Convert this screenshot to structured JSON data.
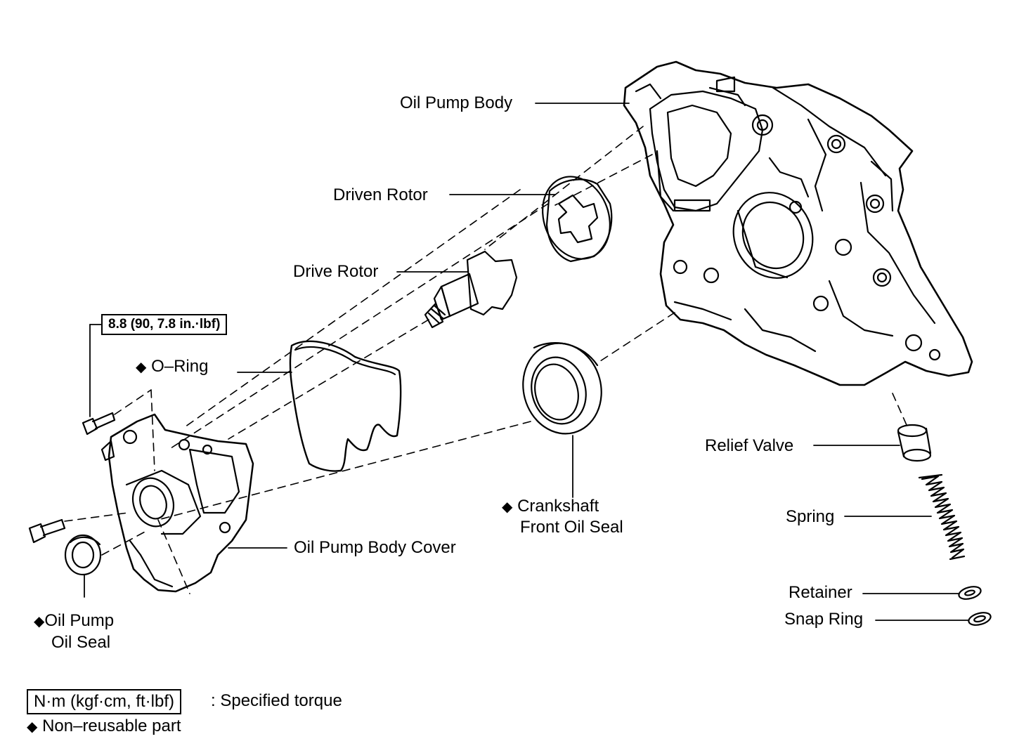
{
  "labels": {
    "oil_pump_body": "Oil Pump Body",
    "driven_rotor": "Driven Rotor",
    "drive_rotor": "Drive Rotor",
    "o_ring": "O–Ring",
    "oil_pump_body_cover": "Oil Pump Body Cover",
    "oil_pump_oil_seal_line1": "Oil Pump",
    "oil_pump_oil_seal_line2": "Oil Seal",
    "crankshaft_seal_line1": "Crankshaft",
    "crankshaft_seal_line2": "Front Oil Seal",
    "relief_valve": "Relief Valve",
    "spring": "Spring",
    "retainer": "Retainer",
    "snap_ring": "Snap Ring"
  },
  "torque_spec": "8.8 (90, 7.8 in.·lbf)",
  "legend": {
    "torque_unit_box": "N·m (kgf·cm, ft·lbf)",
    "torque_desc": ": Specified torque",
    "non_reusable": "Non–reusable part"
  },
  "symbols": {
    "non_reusable_marker": "◆"
  }
}
